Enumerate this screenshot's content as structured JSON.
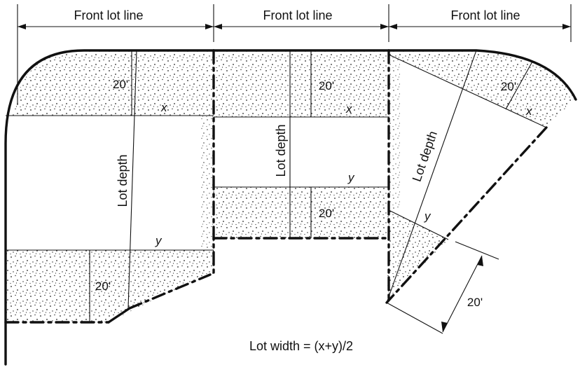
{
  "labels": {
    "front_lot_line_1": "Front lot line",
    "front_lot_line_2": "Front lot line",
    "front_lot_line_3": "Front lot line",
    "lot_depth_1": "Lot depth",
    "lot_depth_2": "Lot depth",
    "lot_depth_3": "Lot depth",
    "setback_1a": "20'",
    "setback_1b": "20'",
    "setback_2a": "20'",
    "setback_2b": "20'",
    "setback_3a": "20'",
    "setback_3b": "20'",
    "x_1": "x",
    "x_2": "x",
    "x_3": "x",
    "y_1": "y",
    "y_2": "y",
    "y_3": "y",
    "formula": "Lot width = (x+y)/2"
  }
}
